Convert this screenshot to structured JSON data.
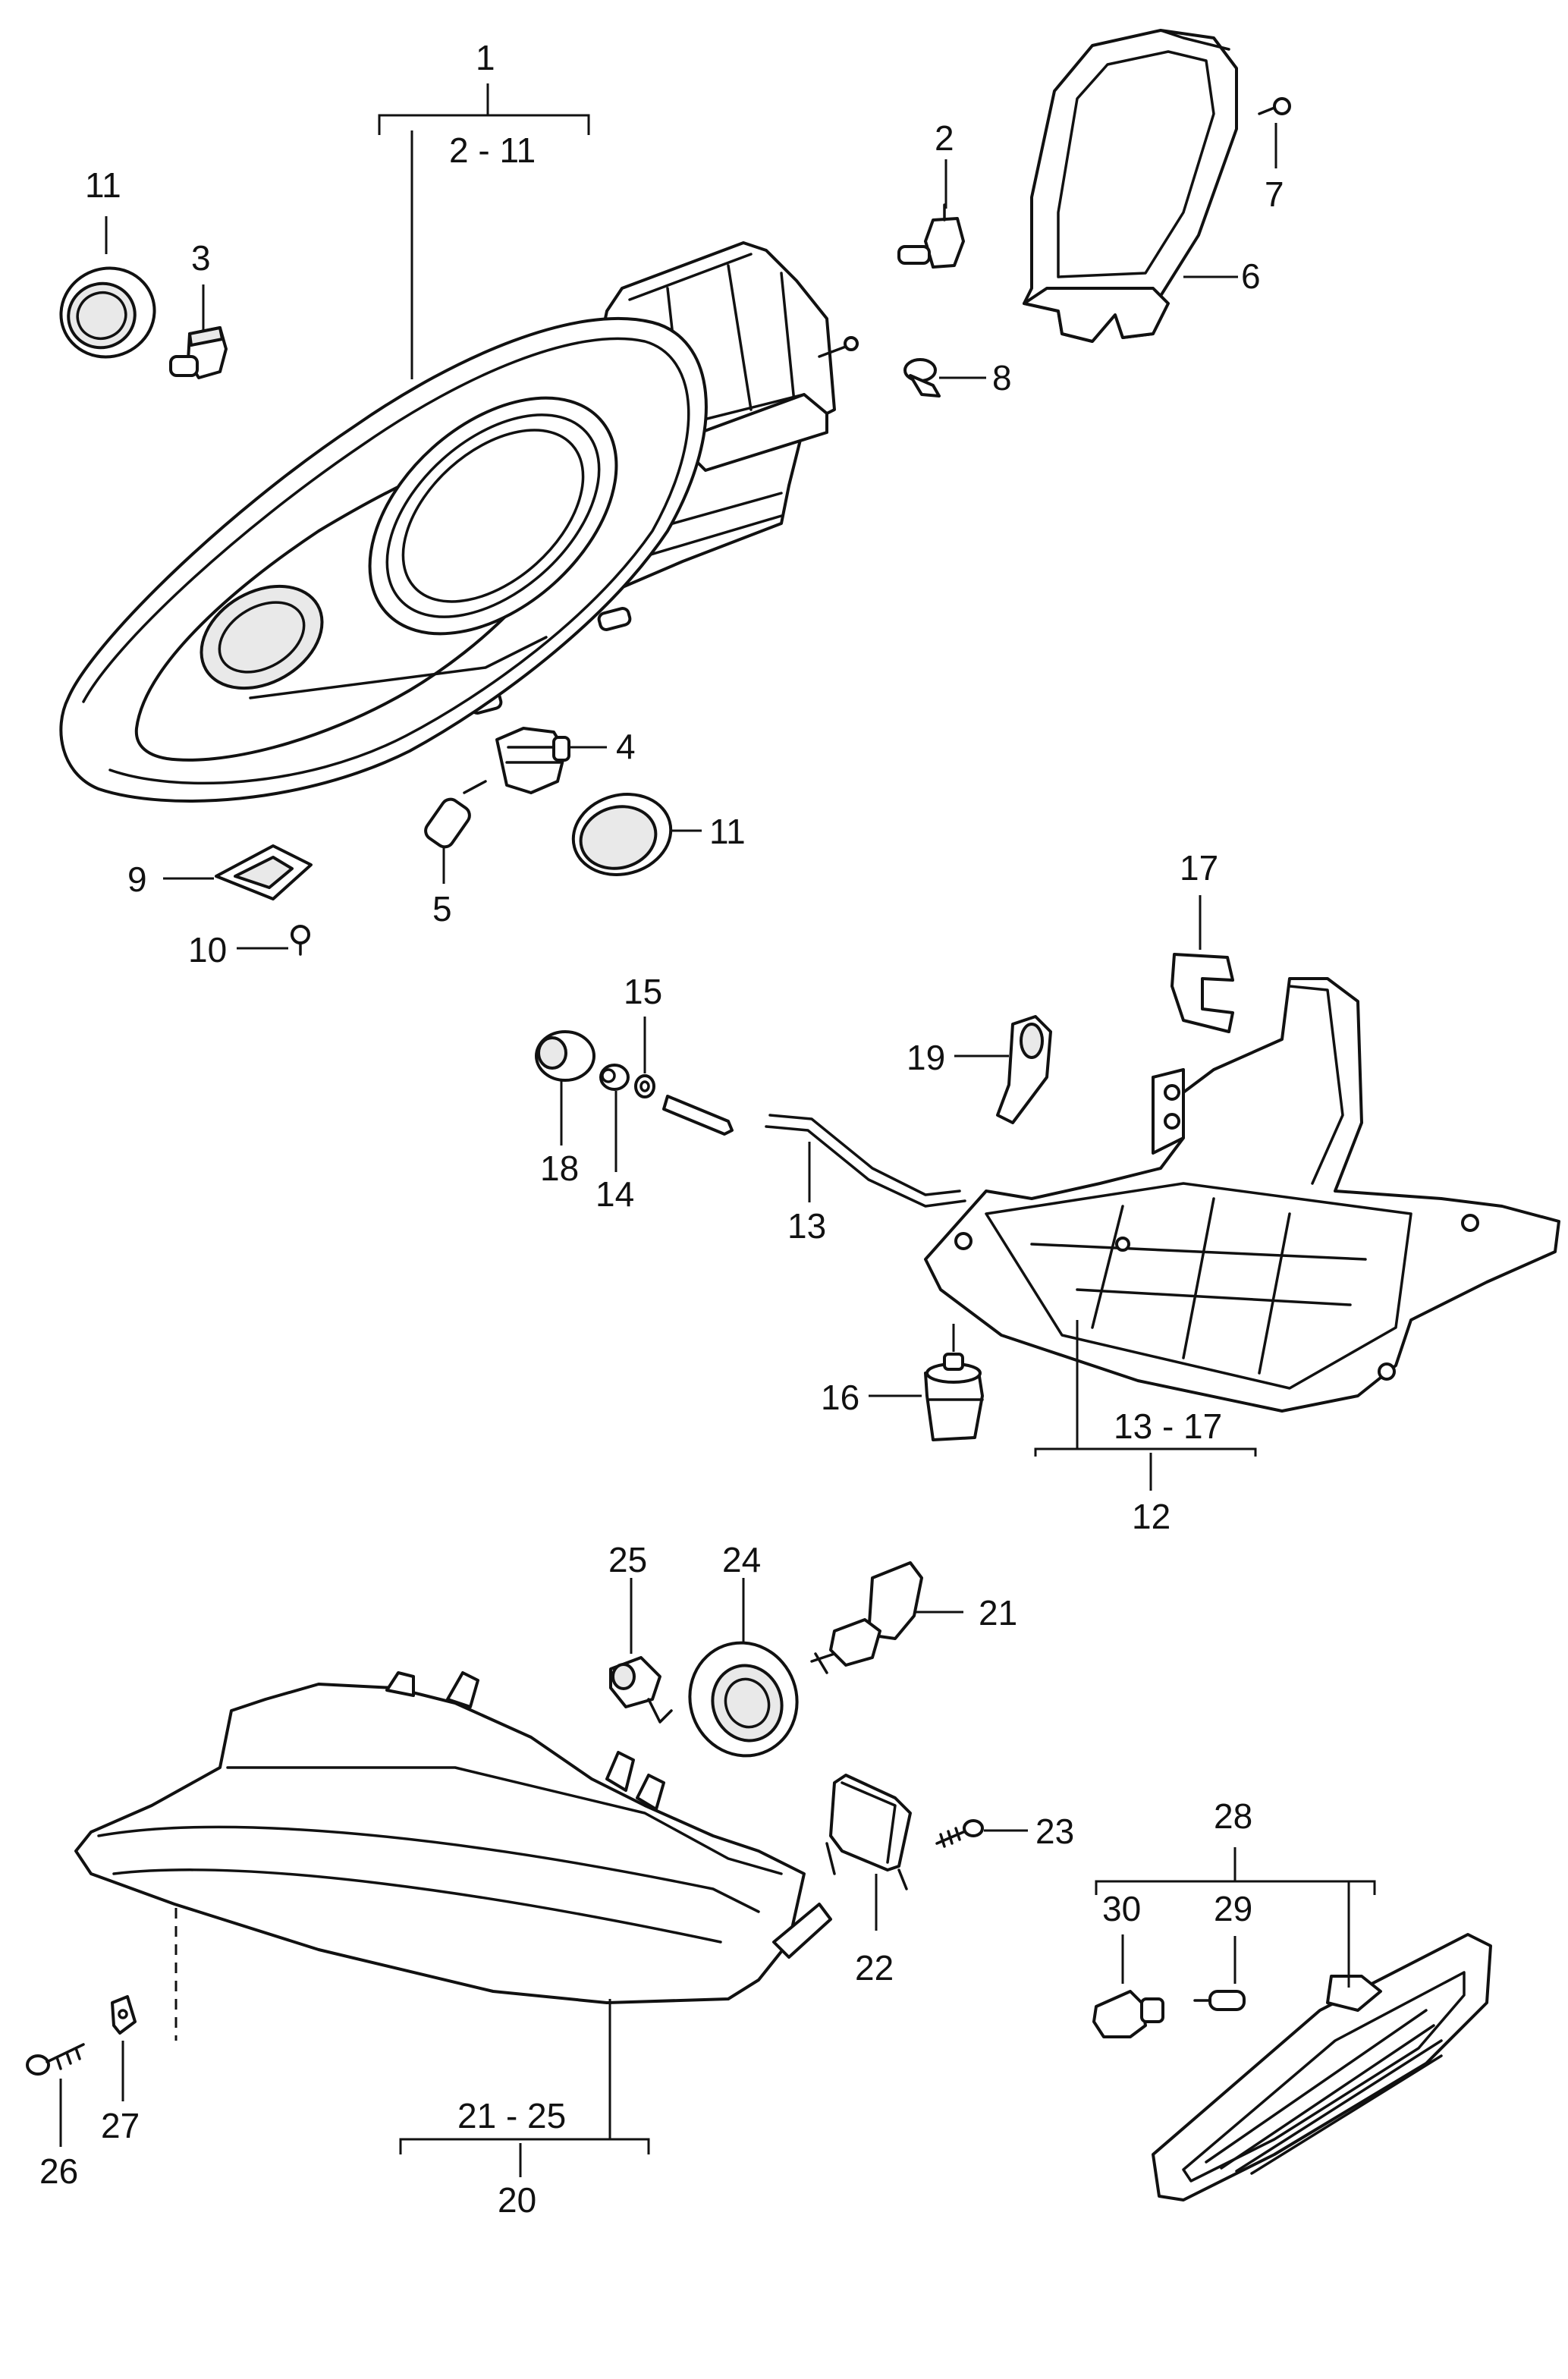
{
  "labels": {
    "l1": "1",
    "l2_11": "2 - 11",
    "l2": "2",
    "l3": "3",
    "l4": "4",
    "l5": "5",
    "l6": "6",
    "l7": "7",
    "l8": "8",
    "l9": "9",
    "l10": "10",
    "l11a": "11",
    "l11b": "11",
    "l12": "12",
    "l13_17": "13 - 17",
    "l13": "13",
    "l14": "14",
    "l15": "15",
    "l16": "16",
    "l17": "17",
    "l18": "18",
    "l19": "19",
    "l20": "20",
    "l21_25": "21 - 25",
    "l21": "21",
    "l22": "22",
    "l23": "23",
    "l24": "24",
    "l25": "25",
    "l26": "26",
    "l27": "27",
    "l28": "28",
    "l29": "29",
    "l30": "30"
  }
}
